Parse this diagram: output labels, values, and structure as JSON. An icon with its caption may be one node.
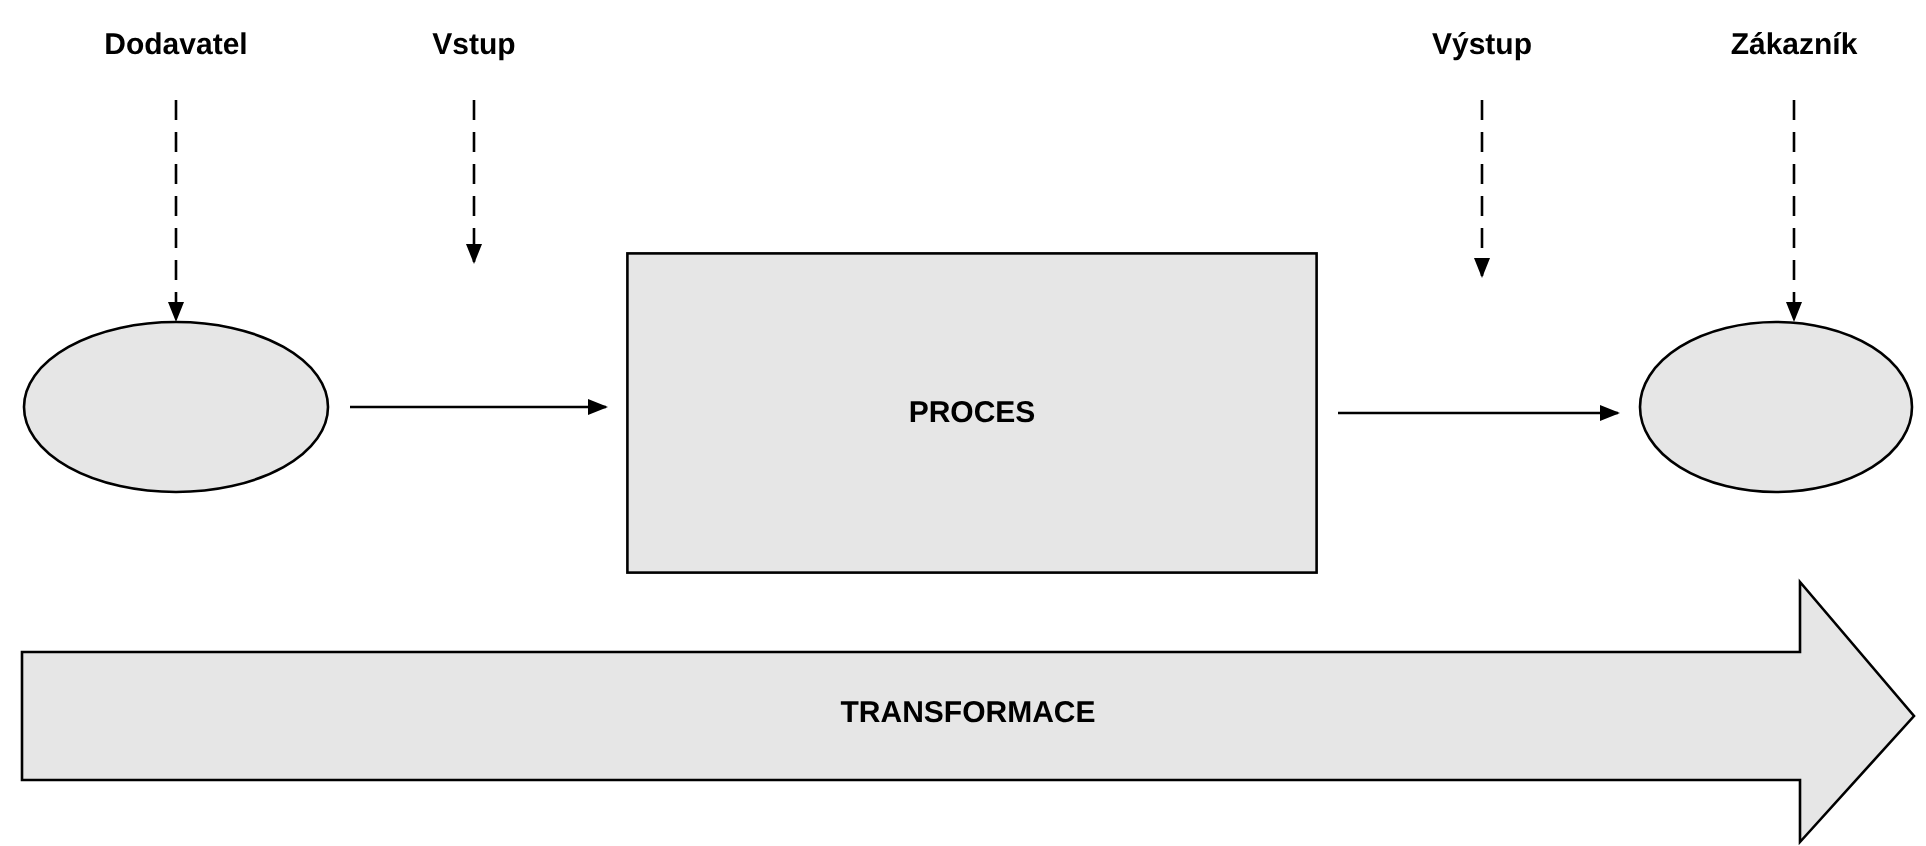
{
  "diagram": {
    "nodes": [
      {
        "text": [
          "Dodavatel"
        ]
      },
      {
        "text": [
          "Vstup"
        ]
      },
      {
        "text": [
          "Výstup"
        ]
      },
      {
        "text": [
          "Zákazník"
        ]
      },
      {
        "text": [],
        "shape": "ellipse"
      },
      {
        "text": [
          "PROCES"
        ]
      },
      {
        "text": [],
        "shape": "ellipse"
      },
      {
        "text": [
          "TRANSFORMACE"
        ]
      }
    ],
    "edges": [
      {
        "from": 0,
        "to": 4,
        "arrow": "to",
        "style": "dashed"
      },
      {
        "from": 1,
        "to": null,
        "arrow": "to",
        "style": "dashed"
      },
      {
        "from": 2,
        "to": null,
        "arrow": "to",
        "style": "dashed"
      },
      {
        "from": 3,
        "to": 6,
        "arrow": "to",
        "style": "dashed"
      },
      {
        "from": 4,
        "to": 5,
        "arrow": "to"
      },
      {
        "from": 5,
        "to": 6,
        "arrow": "to"
      }
    ]
  }
}
